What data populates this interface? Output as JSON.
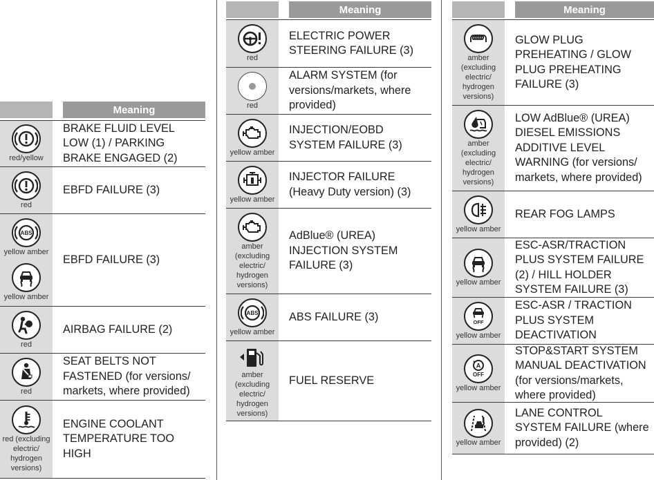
{
  "header": "Meaning",
  "columns": [
    {
      "rows": [
        {
          "caption": "red/yellow",
          "icon": "brake-warning-icon",
          "text": "BRAKE FLUID LEVEL\nLOW (1) / PARKING\nBRAKE ENGAGED (2)"
        },
        {
          "caption": "red",
          "icon": "brake-warning-icon",
          "text": "EBFD FAILURE (3)"
        },
        {
          "caption": "yellow amber",
          "caption2": "yellow amber",
          "icon": "abs-icon",
          "icon2": "esc-skid-icon",
          "text": "EBFD FAILURE (3)"
        },
        {
          "caption": "red",
          "icon": "airbag-icon",
          "text": "AIRBAG FAILURE (2)"
        },
        {
          "caption": "red",
          "icon": "seat-belt-icon",
          "text": "SEAT BELTS NOT\nFASTENED (for versions/\nmarkets, where provided)"
        },
        {
          "caption": "red (excluding\nelectric/\nhydrogen\nversions)",
          "icon": "coolant-temperature-icon",
          "text": "ENGINE COOLANT\nTEMPERATURE TOO\nHIGH"
        }
      ]
    },
    {
      "rows": [
        {
          "caption": "red",
          "icon": "power-steering-icon",
          "text": "ELECTRIC POWER\nSTEERING FAILURE (3)"
        },
        {
          "caption": "red",
          "icon": "alarm-dot-icon",
          "text": "ALARM SYSTEM (for\nversions/markets, where\nprovided)"
        },
        {
          "caption": "yellow amber",
          "icon": "engine-icon",
          "text": "INJECTION/EOBD\nSYSTEM FAILURE (3)"
        },
        {
          "caption": "yellow amber",
          "icon": "injector-icon",
          "text": "INJECTOR FAILURE\n(Heavy Duty version) (3)"
        },
        {
          "caption": "amber\n(excluding\nelectric/\nhydrogen\nversions)",
          "icon": "engine-icon",
          "text": "AdBlue® (UREA)\nINJECTION SYSTEM\nFAILURE (3)"
        },
        {
          "caption": "yellow amber",
          "icon": "abs-icon",
          "text": "ABS FAILURE (3)"
        },
        {
          "caption": "amber\n(excluding\nelectric/\nhydrogen\nversions)",
          "icon": "fuel-pump-icon",
          "text": "FUEL RESERVE"
        }
      ]
    },
    {
      "rows": [
        {
          "caption": "amber\n(excluding\nelectric/\nhydrogen\nversions)",
          "icon": "glow-plug-icon",
          "text": "GLOW PLUG\nPREHEATING / GLOW\nPLUG PREHEATING\nFAILURE (3)"
        },
        {
          "caption": "amber\n(excluding\nelectric/\nhydrogen\nversions)",
          "icon": "adblue-level-icon",
          "text": "LOW AdBlue® (UREA)\nDIESEL EMISSIONS\nADDITIVE LEVEL\nWARNING (for versions/\nmarkets, where provided)"
        },
        {
          "caption": "yellow amber",
          "icon": "rear-fog-lamp-icon",
          "text": "REAR FOG LAMPS"
        },
        {
          "caption": "yellow amber",
          "icon": "esc-skid-icon",
          "text": "ESC-ASR/TRACTION\nPLUS SYSTEM FAILURE\n(2) / HILL HOLDER\nSYSTEM FAILURE (3)"
        },
        {
          "caption": "yellow amber",
          "icon": "esc-off-icon",
          "text": "ESC-ASR / TRACTION\nPLUS SYSTEM\nDEACTIVATION"
        },
        {
          "caption": "yellow amber",
          "icon": "stop-start-off-icon",
          "text": "STOP&START SYSTEM\nMANUAL DEACTIVATION\n(for versions/markets,\nwhere provided)"
        },
        {
          "caption": "yellow amber",
          "icon": "lane-control-icon",
          "text": "LANE CONTROL\nSYSTEM FAILURE (where\nprovided) (2)"
        }
      ]
    }
  ],
  "icon_labels": {
    "abs": "ABS",
    "off": "OFF",
    "stop_start_letter": "A"
  }
}
